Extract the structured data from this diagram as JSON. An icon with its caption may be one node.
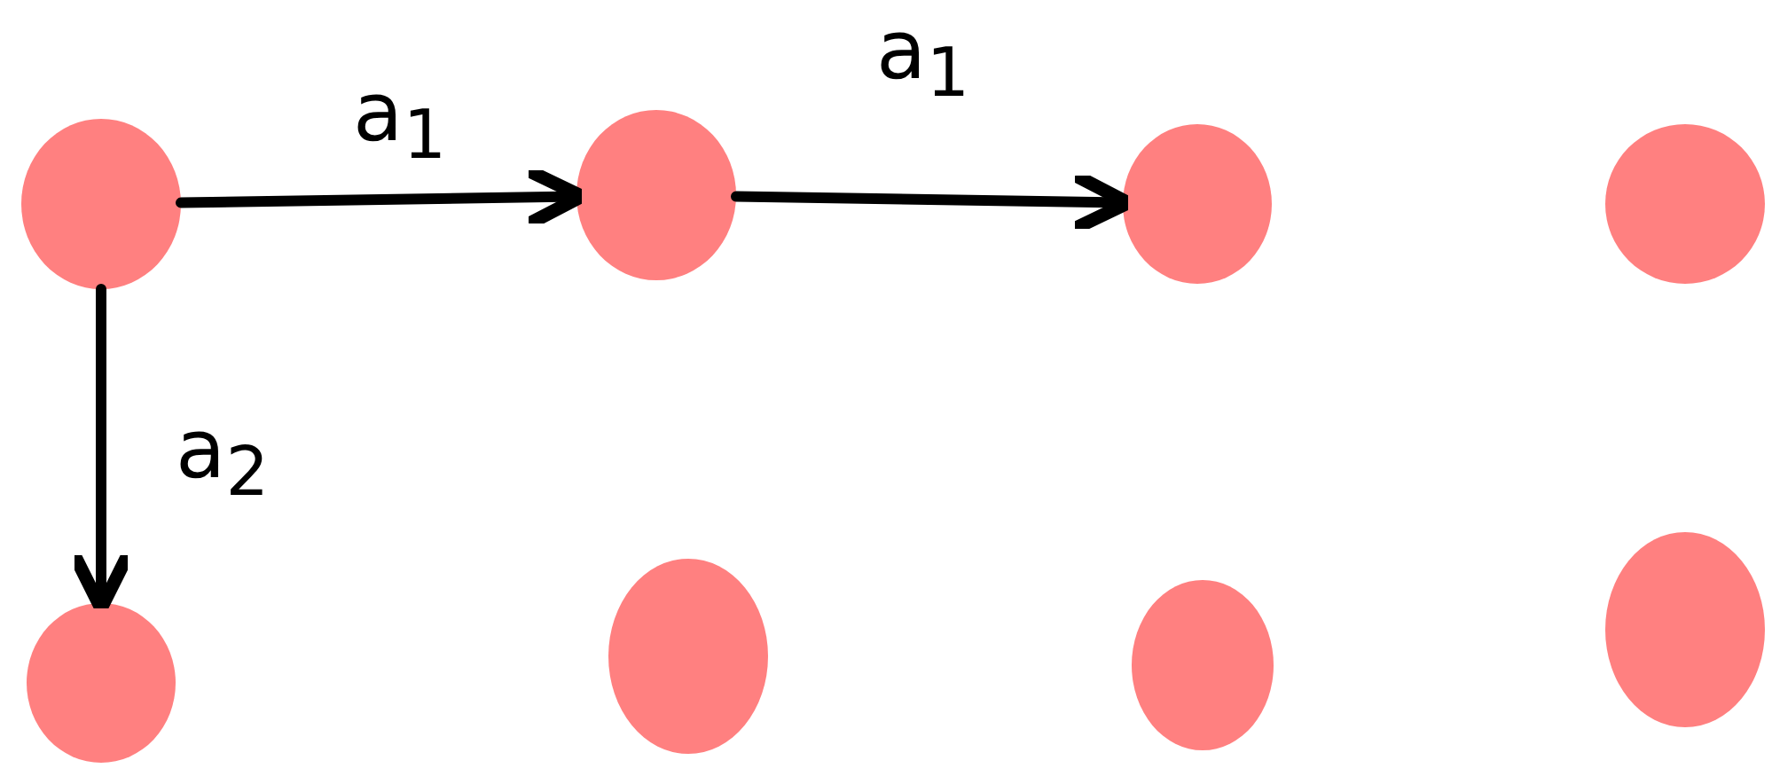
{
  "diagram": {
    "nodes": [
      {
        "text": [],
        "shape": "circle"
      },
      {
        "text": [],
        "shape": "circle"
      },
      {
        "text": [],
        "shape": "circle"
      },
      {
        "text": [],
        "shape": "circle"
      },
      {
        "text": [],
        "shape": "circle"
      },
      {
        "text": [],
        "shape": "circle"
      },
      {
        "text": [],
        "shape": "circle"
      },
      {
        "text": [],
        "shape": "circle"
      }
    ],
    "edges": [
      {
        "from": 0,
        "to": 1,
        "arrow": "to",
        "label": "a$_{1}$"
      },
      {
        "from": 1,
        "to": 2,
        "arrow": "to",
        "label": "a$_{1}$"
      },
      {
        "from": 0,
        "to": 4,
        "arrow": "to",
        "label": "a$_{2}$"
      }
    ]
  }
}
